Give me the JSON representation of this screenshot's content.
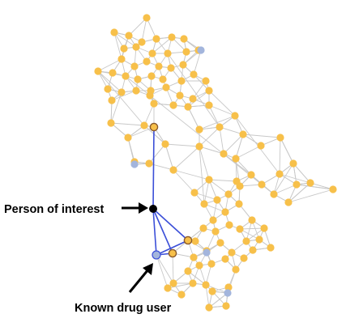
{
  "annotations": {
    "person_of_interest": "Person of interest",
    "known_drug_user": "Known drug user"
  },
  "colors": {
    "node_default": "#f7c04a",
    "node_blue": "#a3b5dc",
    "node_focus": "#000000",
    "edge_default": "#c8c8c8",
    "edge_highlight": "#3b4fd8",
    "outline_highlight": "#8a5a2c"
  },
  "node_types": {
    "focus": "person-of-interest",
    "target": "known-drug-user",
    "path": "intermediate-contact",
    "blue": "other-flagged-individual",
    "default": "individual"
  }
}
